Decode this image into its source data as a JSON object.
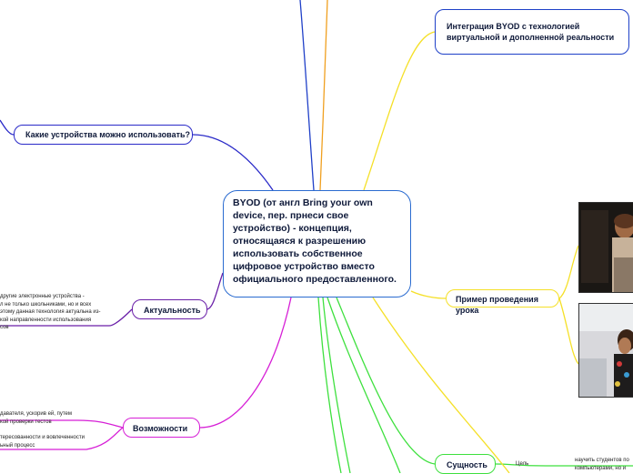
{
  "central": {
    "text": "BYOD (от англ Bring your own device, пер. прнеси свое устройство) - концепция, относящаяся к разрешению использовать собственное цифровое устройство вместо официального предоставленного."
  },
  "topics": {
    "integration": "Интеграция BYOD с технологией виртуальной и дополненной реальности",
    "devices": "Какие устройства можно использовать?",
    "relevance": "Актуальность",
    "opportunities": "Возможности",
    "lesson_example": "Пример проведения урока",
    "essence": "Сущность"
  },
  "relevance_notes": [
    "другие электронные устройства -",
    "л не только школьниками, но и всех",
    "этому данная технология актуальна из-",
    "кой направленности использования",
    "сов"
  ],
  "opportunities_notes": {
    "line1": "давателя, ускорив ей, путем",
    "line2": "кой проверки тестов",
    "line3": "тересованности и вовлеченности",
    "line4": "ьный процесс"
  },
  "essence_notes": {
    "goal_label": "Цель",
    "goal_text_1": "научить студентов по",
    "goal_text_2": "компьютерами, но и"
  },
  "colors": {
    "blue": "#1e40c8",
    "orange": "#f0a020",
    "yellow": "#f5e028",
    "magenta": "#d61fd6",
    "purple": "#6a1fa8",
    "green": "#3ee03e"
  }
}
